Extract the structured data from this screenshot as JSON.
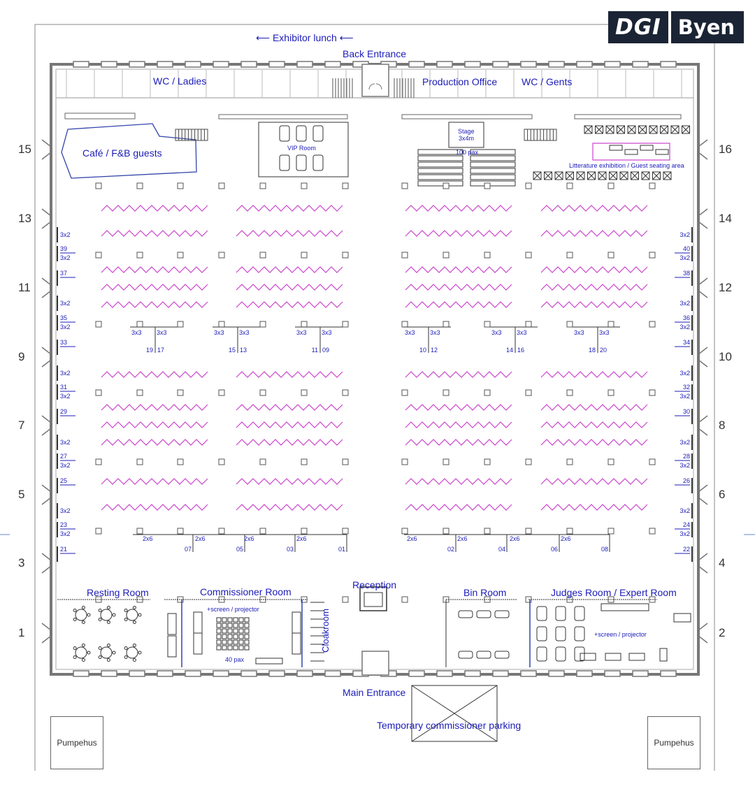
{
  "logo": {
    "left": "DGI",
    "right": "Byen",
    "bg": "#1b2434"
  },
  "colors": {
    "text": "#1c1cb8",
    "wall": "#777777",
    "zigzag": "#cc44cc",
    "literature": "#cc44cc"
  },
  "labels": {
    "exhibitor_lunch": "Exhibitor lunch",
    "back_entrance": "Back Entrance",
    "wc_ladies": "WC / Ladies",
    "production_office": "Production Office",
    "wc_gents": "WC / Gents",
    "cafe": "Café / F&B guests",
    "vip_room": "VIP Room",
    "stage": "Stage",
    "stage_size": "3x4m",
    "stage_pax": "100 pax",
    "literature": "Litterature exhibition / Guest seating area",
    "resting_room": "Resting Room",
    "commissioner_room": "Commissioner Room",
    "screen_projector": "+screen / projector",
    "pax40": "40 pax",
    "cloakroom": "Cloakroom",
    "reception": "Reception",
    "bin_room": "Bin Room",
    "judges_room": "Judges Room / Expert Room",
    "screen_projector_2": "+screen / projector",
    "main_entrance": "Main Entrance",
    "temp_parking": "Temporary  commissioner parking",
    "pumpehus": "Pumpehus"
  },
  "bays_left": [
    "15",
    "13",
    "11",
    "9",
    "7",
    "5",
    "3",
    "1"
  ],
  "bays_right": [
    "16",
    "14",
    "12",
    "10",
    "8",
    "6",
    "4",
    "2"
  ],
  "side_left": [
    {
      "size": "3x2",
      "num": ""
    },
    {
      "size": "3x2",
      "num": "39"
    },
    {
      "size": "",
      "num": "37"
    },
    {
      "size": "3x2",
      "num": ""
    },
    {
      "size": "3x2",
      "num": "35"
    },
    {
      "size": "",
      "num": "33"
    },
    {
      "size": "3x2",
      "num": ""
    },
    {
      "size": "3x2",
      "num": "31"
    },
    {
      "size": "",
      "num": "29"
    },
    {
      "size": "3x2",
      "num": ""
    },
    {
      "size": "3x2",
      "num": "27"
    },
    {
      "size": "",
      "num": "25"
    },
    {
      "size": "3x2",
      "num": ""
    },
    {
      "size": "3x2",
      "num": "23"
    },
    {
      "size": "",
      "num": "21"
    }
  ],
  "side_right": [
    {
      "size": "3x2",
      "num": ""
    },
    {
      "size": "3x2",
      "num": "40"
    },
    {
      "size": "",
      "num": "38"
    },
    {
      "size": "3x2",
      "num": ""
    },
    {
      "size": "3x2",
      "num": "36"
    },
    {
      "size": "",
      "num": "34"
    },
    {
      "size": "3x2",
      "num": ""
    },
    {
      "size": "3x2",
      "num": "32"
    },
    {
      "size": "",
      "num": "30"
    },
    {
      "size": "3x2",
      "num": ""
    },
    {
      "size": "3x2",
      "num": "28"
    },
    {
      "size": "",
      "num": "26"
    },
    {
      "size": "3x2",
      "num": ""
    },
    {
      "size": "3x2",
      "num": "24"
    },
    {
      "size": "",
      "num": "22"
    }
  ],
  "mid_stands": [
    {
      "a": "19",
      "b": "17"
    },
    {
      "a": "15",
      "b": "13"
    },
    {
      "a": "11",
      "b": "09"
    },
    {
      "a": "10",
      "b": "12"
    },
    {
      "a": "14",
      "b": "16"
    },
    {
      "a": "18",
      "b": "20"
    }
  ],
  "mid_size": "3x3",
  "bottom_size": "2x6",
  "bottom_stands": [
    "07",
    "05",
    "03",
    "01",
    "02",
    "04",
    "06",
    "08"
  ]
}
